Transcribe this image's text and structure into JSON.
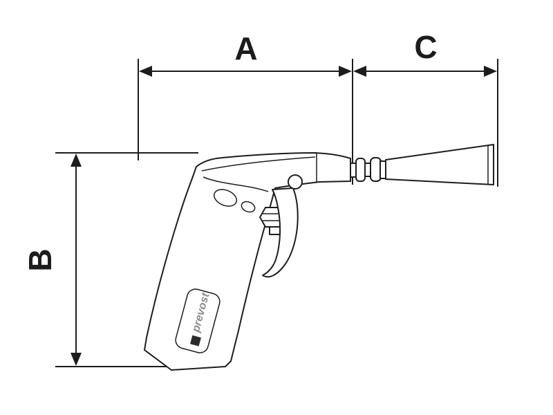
{
  "diagram": {
    "labels": {
      "dim_a": "A",
      "dim_b": "B",
      "dim_c": "C"
    },
    "logo_text": "prevost",
    "colors": {
      "line": "#1c1c1c",
      "background": "#ffffff"
    }
  }
}
